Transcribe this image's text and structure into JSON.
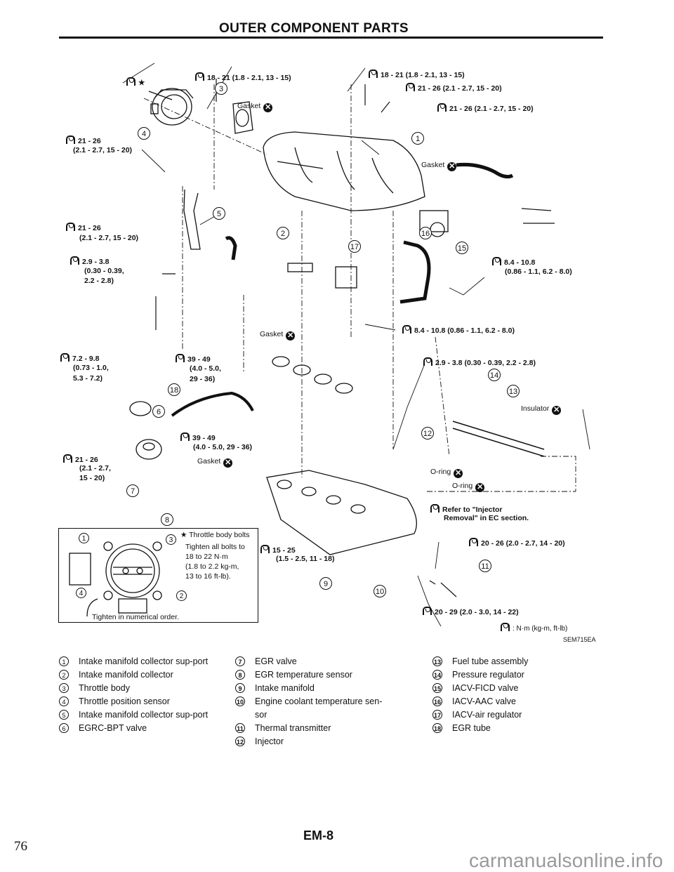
{
  "page": {
    "title": "OUTER COMPONENT PARTS",
    "page_number": "76",
    "section_number": "EM-8",
    "figure_code": "SEM715EA",
    "watermark": "carmanualsonline.info"
  },
  "diagram": {
    "torque_callouts": [
      {
        "id": "t1",
        "text": "★"
      },
      {
        "id": "t2",
        "text": "18 - 21 (1.8 - 2.1, 13 - 15)"
      },
      {
        "id": "t3",
        "text": "18 - 21 (1.8 - 2.1, 13 - 15)"
      },
      {
        "id": "t4",
        "text": "21 - 26 (2.1 - 2.7, 15 - 20)"
      },
      {
        "id": "t5",
        "text": "21 - 26 (2.1 - 2.7, 15 - 20)"
      },
      {
        "id": "t6a",
        "text": "21 - 26"
      },
      {
        "id": "t6b",
        "text": "(2.1 - 2.7, 15 - 20)"
      },
      {
        "id": "t7a",
        "text": "21 - 26"
      },
      {
        "id": "t7b",
        "text": "(2.1 - 2.7, 15 - 20)"
      },
      {
        "id": "t8a",
        "text": "2.9 - 3.8"
      },
      {
        "id": "t8b",
        "text": "(0.30 - 0.39,"
      },
      {
        "id": "t8c",
        "text": "2.2 - 2.8)"
      },
      {
        "id": "t9a",
        "text": "8.4 - 10.8"
      },
      {
        "id": "t9b",
        "text": "(0.86 - 1.1, 6.2 - 8.0)"
      },
      {
        "id": "t10",
        "text": "8.4 - 10.8 (0.86 - 1.1, 6.2 - 8.0)"
      },
      {
        "id": "t11a",
        "text": "7.2 - 9.8"
      },
      {
        "id": "t11b",
        "text": "(0.73 - 1.0,"
      },
      {
        "id": "t11c",
        "text": "5.3 - 7.2)"
      },
      {
        "id": "t12a",
        "text": "39 - 49"
      },
      {
        "id": "t12b",
        "text": "(4.0 - 5.0,"
      },
      {
        "id": "t12c",
        "text": "29 - 36)"
      },
      {
        "id": "t13",
        "text": "2.9 - 3.8 (0.30 - 0.39, 2.2 - 2.8)"
      },
      {
        "id": "t14a",
        "text": "39 - 49"
      },
      {
        "id": "t14b",
        "text": "(4.0 - 5.0, 29 - 36)"
      },
      {
        "id": "t15a",
        "text": "21 - 26"
      },
      {
        "id": "t15b",
        "text": "(2.1 - 2.7,"
      },
      {
        "id": "t15c",
        "text": "15 - 20)"
      },
      {
        "id": "t16a",
        "text": "15 - 25"
      },
      {
        "id": "t16b",
        "text": "(1.5 - 2.5, 11 - 18)"
      },
      {
        "id": "t17",
        "text": "20 - 26 (2.0 - 2.7, 14 - 20)"
      },
      {
        "id": "t18",
        "text": "20 - 29 (2.0 - 3.0, 14 - 22)"
      },
      {
        "id": "t19a",
        "text": "Refer to \"Injector"
      },
      {
        "id": "t19b",
        "text": "Removal\" in EC section."
      }
    ],
    "part_labels": {
      "gasket": "Gasket",
      "insulator": "Insulator",
      "o_ring": "O-ring",
      "replace_symbol": "✕"
    },
    "part_numbers": [
      "1",
      "2",
      "3",
      "4",
      "5",
      "6",
      "7",
      "8",
      "9",
      "10",
      "11",
      "12",
      "13",
      "14",
      "15",
      "16",
      "17",
      "18"
    ],
    "unit_note": ": N·m (kg-m, ft-lb)"
  },
  "inset": {
    "bolt_numbers": [
      "1",
      "2",
      "3",
      "4"
    ],
    "heading": "★ Throttle body bolts",
    "lines": [
      "Tighten all bolts to",
      "18 to 22 N·m",
      "(1.8 to 2.2 kg-m,",
      "13 to 16 ft-lb)."
    ],
    "footer": "Tighten in numerical order."
  },
  "legend": {
    "col1": [
      {
        "num": "1",
        "text": "Intake manifold collector sup-port"
      },
      {
        "num": "2",
        "text": "Intake manifold collector"
      },
      {
        "num": "3",
        "text": "Throttle body"
      },
      {
        "num": "4",
        "text": "Throttle position sensor"
      },
      {
        "num": "5",
        "text": "Intake manifold collector sup-port"
      },
      {
        "num": "6",
        "text": "EGRC-BPT valve"
      }
    ],
    "col2": [
      {
        "num": "7",
        "text": "EGR valve"
      },
      {
        "num": "8",
        "text": "EGR temperature sensor"
      },
      {
        "num": "9",
        "text": "Intake manifold"
      },
      {
        "num": "10",
        "text": "Engine coolant temperature sen-sor"
      },
      {
        "num": "11",
        "text": "Thermal transmitter"
      },
      {
        "num": "12",
        "text": "Injector"
      }
    ],
    "col3": [
      {
        "num": "13",
        "text": "Fuel tube assembly"
      },
      {
        "num": "14",
        "text": "Pressure regulator"
      },
      {
        "num": "15",
        "text": "IACV-FICD valve"
      },
      {
        "num": "16",
        "text": "IACV-AAC valve"
      },
      {
        "num": "17",
        "text": "IACV-air regulator"
      },
      {
        "num": "18",
        "text": "EGR tube"
      }
    ]
  }
}
